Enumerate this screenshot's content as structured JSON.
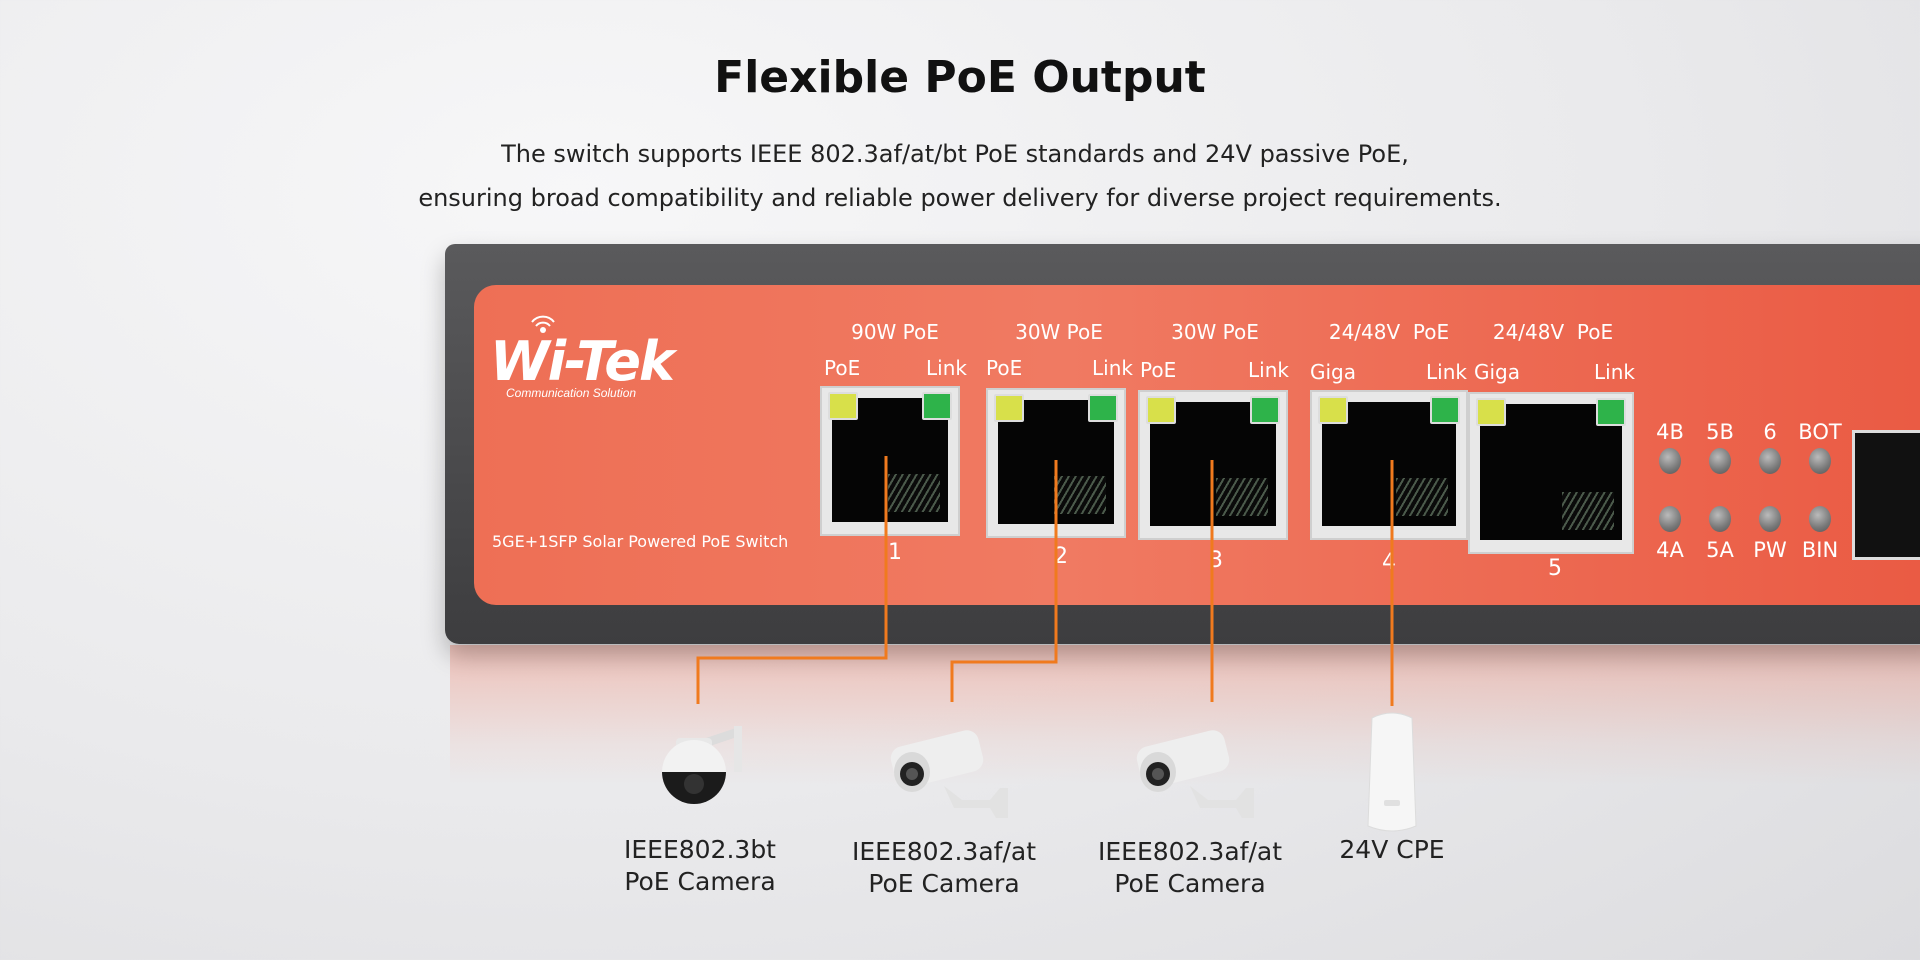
{
  "headline": "Flexible PoE Output",
  "subtitle_line1": "The switch supports IEEE 802.3af/at/bt PoE standards and 24V passive PoE,",
  "subtitle_line2": "ensuring broad compatibility and reliable power delivery for diverse project requirements.",
  "switch": {
    "brand": "Wi-Tek",
    "tagline": "Communication Solution",
    "model": "5GE+1SFP Solar Powered PoE Switch",
    "ports": [
      {
        "number": "1",
        "title": "90W PoE",
        "left_led": "PoE",
        "right_led": "Link"
      },
      {
        "number": "2",
        "title": "30W PoE",
        "left_led": "PoE",
        "right_led": "Link"
      },
      {
        "number": "3",
        "title": "30W PoE",
        "left_led": "PoE",
        "right_led": "Link"
      },
      {
        "number": "4",
        "title": "24/48V  PoE",
        "left_led": "Giga",
        "right_led": "Link"
      },
      {
        "number": "5",
        "title": "24/48V  PoE",
        "left_led": "Giga",
        "right_led": "Link"
      }
    ],
    "indicators_top": [
      "4B",
      "5B",
      "6",
      "BOT"
    ],
    "indicators_bottom": [
      "4A",
      "5A",
      "PW",
      "BIN"
    ]
  },
  "devices": [
    {
      "line1": "IEEE802.3bt",
      "line2": "PoE Camera",
      "type": "dome-camera-icon"
    },
    {
      "line1": "IEEE802.3af/at",
      "line2": "PoE Camera",
      "type": "bullet-camera-icon"
    },
    {
      "line1": "IEEE802.3af/at",
      "line2": "PoE Camera",
      "type": "bullet-camera-icon"
    },
    {
      "line1": "24V CPE",
      "line2": "",
      "type": "cpe-icon"
    }
  ],
  "colors": {
    "panel": "#EE6F55",
    "wire": "#F07A1E",
    "poe_led": "#D8E04A",
    "link_led": "#2EB34A"
  }
}
